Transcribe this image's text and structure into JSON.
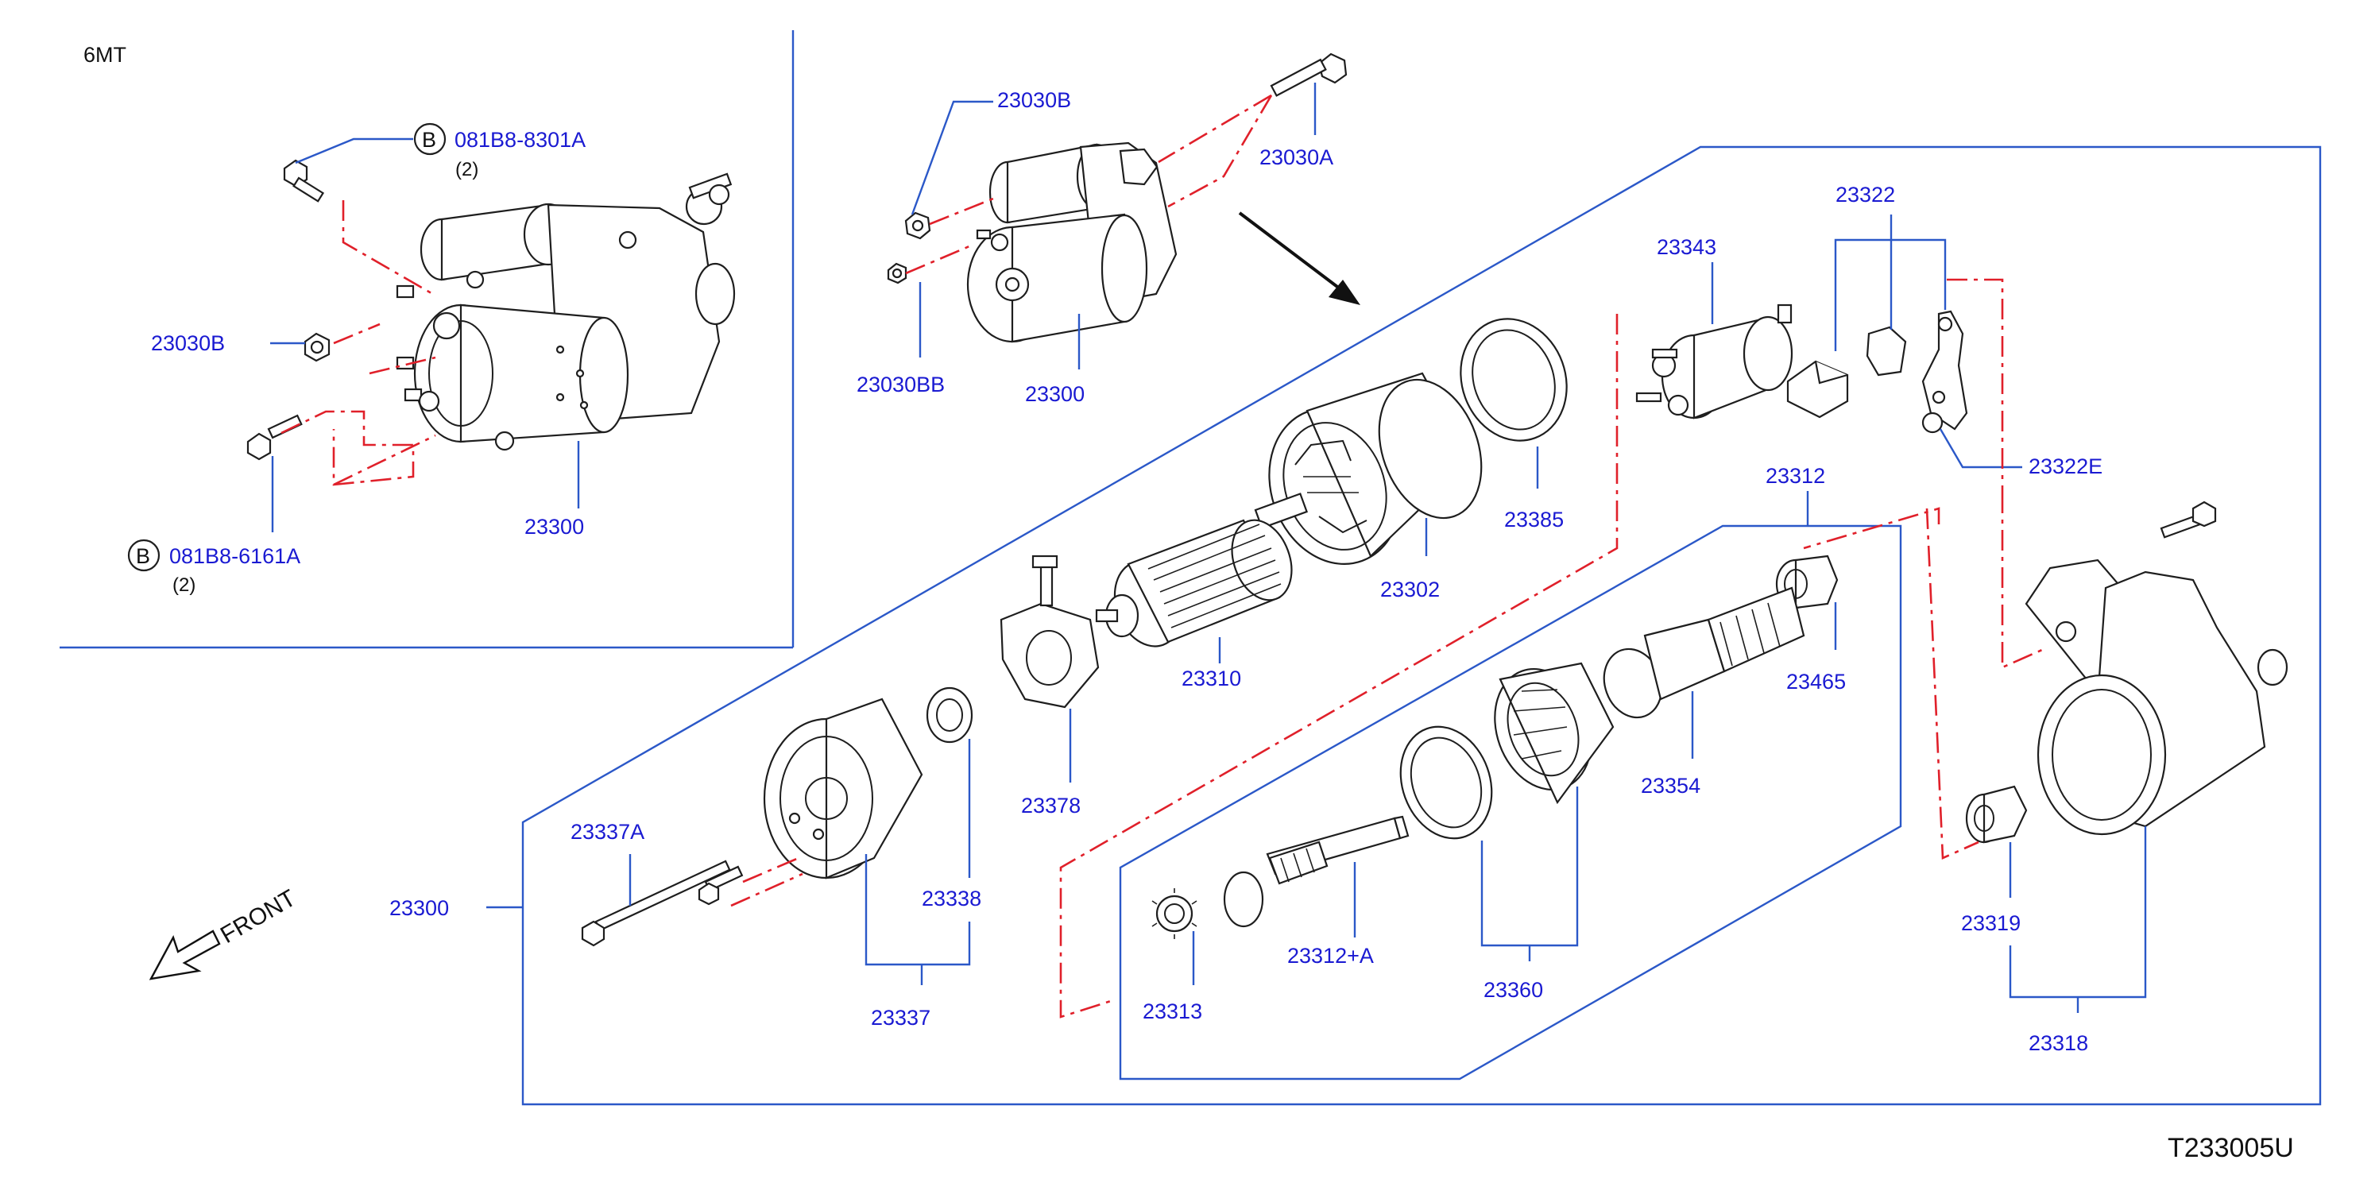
{
  "diagram_code": "T233005U",
  "variant_label": "6MT",
  "front_label": "FRONT",
  "colors": {
    "callout": "#1a1ad2",
    "leader": "#2b58c8",
    "phantom": "#e0202a",
    "outline": "#1e1e1e"
  },
  "bolts": [
    {
      "circle": "B",
      "part": "081B8-8301A",
      "qty": "(2)"
    },
    {
      "circle": "B",
      "part": "081B8-6161A",
      "qty": "(2)"
    }
  ],
  "parts": {
    "inset_23030B": "23030B",
    "inset_23300": "23300",
    "top_23030B": "23030B",
    "top_23030A": "23030A",
    "top_23030BB": "23030BB",
    "top_23300": "23300",
    "assy_23300": "23300",
    "p23343": "23343",
    "p23322": "23322",
    "p23322E": "23322E",
    "p23385": "23385",
    "p23302": "23302",
    "p23310": "23310",
    "p23378": "23378",
    "p23312": "23312",
    "p23465": "23465",
    "p23354": "23354",
    "p23360": "23360",
    "p23312A": "23312+A",
    "p23313": "23313",
    "p23337A": "23337A",
    "p23338": "23338",
    "p23337": "23337",
    "p23319": "23319",
    "p23318": "23318"
  }
}
